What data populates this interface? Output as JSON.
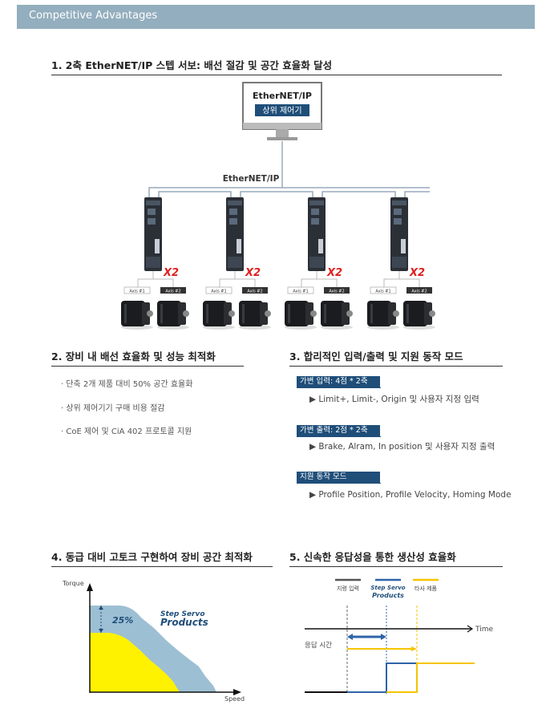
{
  "header": {
    "title": "Competitive Advantages"
  },
  "section1": {
    "title": "1. 2축 EtherNET/IP 스텝 서보: 배선 절감 및 공간 효율화 달성",
    "monitor_title": "EtherNET/IP",
    "monitor_subtitle": "상위 제어기",
    "network_label": "EtherNET/IP",
    "x2_label": "X2",
    "axis1_label": "Axis #1",
    "axis2_label": "Axis #2"
  },
  "section2": {
    "title": "2. 장비 내 배선 효율화 및 성능 최적화",
    "bullets": [
      "· 단축 2개 제품 대비 50% 공간 효율화",
      "· 상위 제어기기 구매 비용 절감",
      "· CoE 제어 및 CiA 402 프로토콜 지원"
    ]
  },
  "section3": {
    "title": "3. 합리적인 입력/출력 및 지원 동작 모드",
    "groups": [
      {
        "tag": "가변 입력: 4점 * 2축",
        "text": "▶ Limit+,  Limit-,  Origin 및 사용자 지정 입력"
      },
      {
        "tag": "가변 출력: 2점 * 2축",
        "text": "▶ Brake,  Alram,  In position 및 사용자 지정 출력"
      },
      {
        "tag": "지원 동작 모드",
        "text": "▶ Profile Position, Profile Velocity, Homing Mode"
      }
    ]
  },
  "section4": {
    "title": "4. 동급 대비 고토크 구현하여 장비 공간 최적화",
    "y_axis": "Torque",
    "x_axis": "Speed",
    "percent": "25%",
    "product_line1": "Step Servo",
    "product_line2": "Products",
    "colors": {
      "servo": "#9dbfd3",
      "other": "#fff200"
    }
  },
  "section5": {
    "title": "5. 신속한 응답성을 통한 생산성 효율화",
    "legend_command": "지령 입력",
    "legend_servo1": "Step Servo",
    "legend_servo2": "Products",
    "legend_other": "타사 제품",
    "time_label": "Time",
    "response_label": "응답 시간",
    "colors": {
      "command": "#555555",
      "servo": "#2e64a8",
      "other": "#f5c400"
    }
  }
}
